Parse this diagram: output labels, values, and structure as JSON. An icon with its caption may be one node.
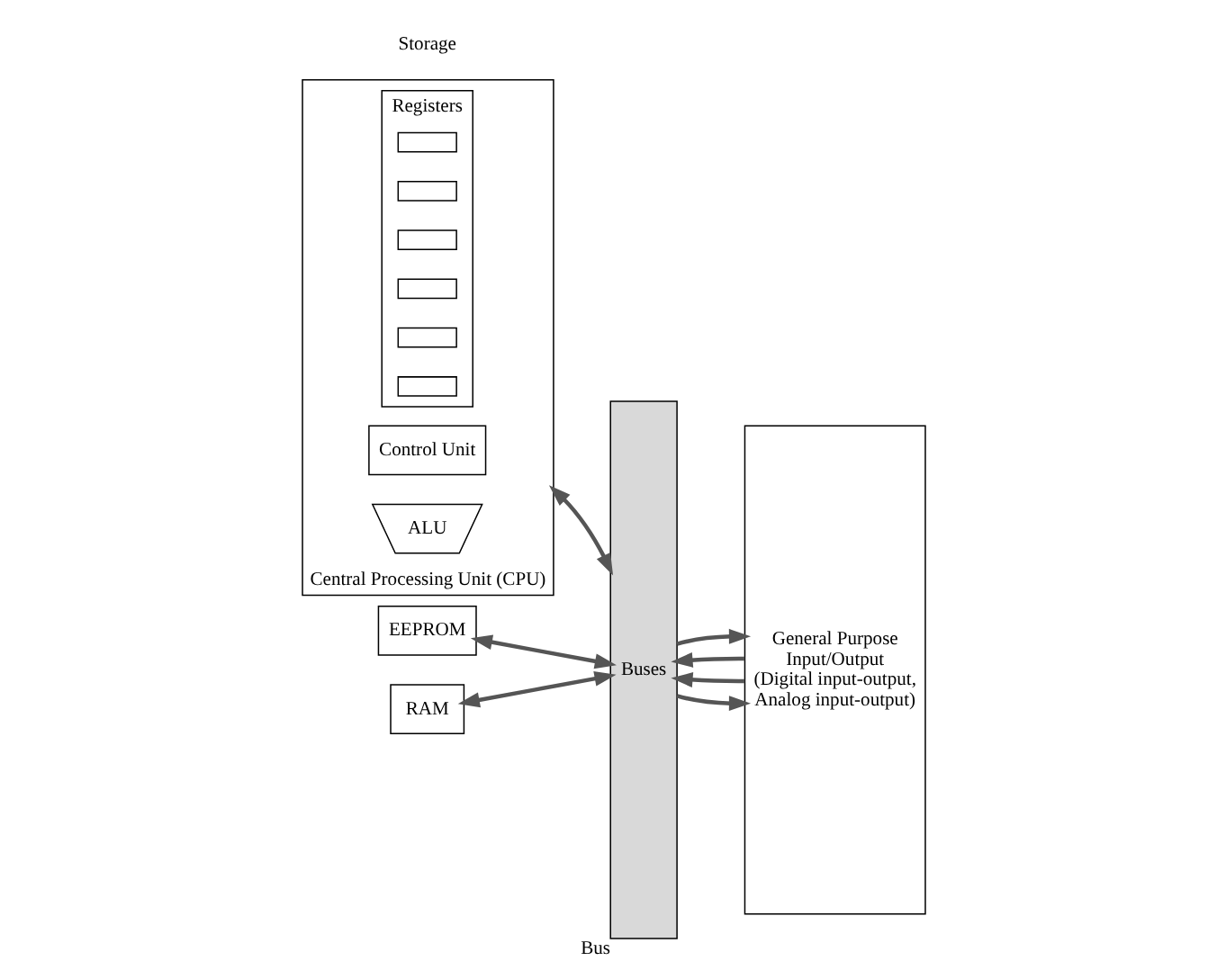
{
  "diagram": {
    "nodes": [
      {
        "text": [
          "Buses"
        ],
        "beside": [
          "Bus"
        ]
      },
      {
        "text": [
          "Central Processing Unit (CPU)"
        ]
      },
      {
        "text": [
          "Control Unit"
        ],
        "in": 1
      },
      {
        "text": [
          "ALU"
        ],
        "in": 1
      },
      {
        "text": [
          "Registers"
        ],
        "in": 1
      },
      {
        "text": [],
        "shape": "box",
        "in": 4
      },
      {
        "text": [],
        "shape": "box",
        "in": 4
      },
      {
        "text": [],
        "shape": "box",
        "in": 4
      },
      {
        "text": [],
        "shape": "box",
        "in": 4
      },
      {
        "text": [],
        "shape": "box",
        "in": 4
      },
      {
        "text": [],
        "shape": "box",
        "in": 4
      },
      {
        "text": [
          "EEPROM"
        ]
      },
      {
        "text": [
          "RAM"
        ]
      },
      {
        "text": [
          "General Purpose Input/Output (Digital input-output, Analog input-output)"
        ]
      }
    ],
    "edges": [
      {
        "from": 0,
        "to": 1,
        "arrow": "both"
      },
      {
        "from": 11,
        "to": 0,
        "arrow": "both"
      },
      {
        "from": 12,
        "to": 0,
        "arrow": "both"
      },
      {
        "from": 13,
        "to": 0,
        "arrow": "to"
      },
      {
        "from": 13,
        "to": 0,
        "arrow": "to"
      },
      {
        "from": 0,
        "to": 13,
        "arrow": "to"
      },
      {
        "from": 0,
        "to": 13,
        "arrow": "to"
      }
    ],
    "labels": [
      "Storage"
    ]
  }
}
